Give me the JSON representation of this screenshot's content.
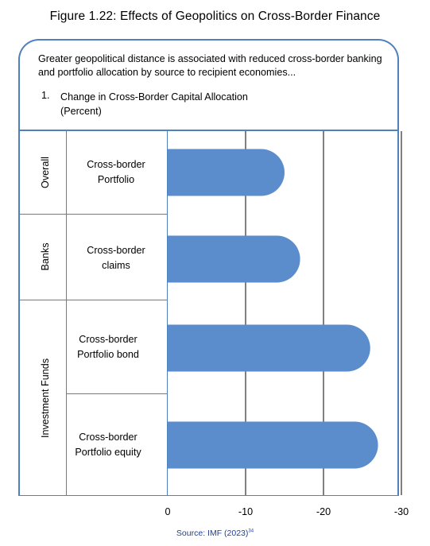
{
  "figure": {
    "title": "Figure 1.22: Effects of Geopolitics on Cross-Border Finance",
    "intro": "Greater geopolitical distance is associated with reduced cross-border banking and portfolio allocation by source to recipient economies...",
    "sub_number": "1.",
    "sub_title": "Change in Cross-Border Capital Allocation",
    "sub_unit": "(Percent)",
    "source": "Source: IMF (2023)",
    "source_ref": "34"
  },
  "colors": {
    "bar": "#5b8ccb",
    "frame": "#4f81bd",
    "grid": "#000000",
    "source_text": "#1f3f99"
  },
  "chart_data": {
    "type": "bar",
    "orientation": "horizontal",
    "title": "Change in Cross-Border Capital Allocation",
    "unit": "(Percent)",
    "groups": [
      "Overall",
      "Banks",
      "Investment Funds"
    ],
    "categories": [
      "Cross-border Portfolio",
      "Cross-border claims",
      "Cross-border Portfolio bond",
      "Cross-border Portfolio equity"
    ],
    "category_lines": [
      [
        "Cross-border",
        "Portfolio"
      ],
      [
        "Cross-border",
        "claims"
      ],
      [
        "Cross-border",
        "Portfolio bond"
      ],
      [
        "Cross-border",
        "Portfolio equity"
      ]
    ],
    "category_groups": [
      "Overall",
      "Banks",
      "Investment Funds",
      "Investment Funds"
    ],
    "values": [
      -15,
      -17,
      -26,
      -27
    ],
    "xlim": [
      0,
      -30
    ],
    "xticks": [
      "0",
      "-10",
      "-20",
      "-30"
    ],
    "xtick_values": [
      0,
      -10,
      -20,
      -30
    ],
    "grid": true,
    "bar_ends": "rounded"
  }
}
